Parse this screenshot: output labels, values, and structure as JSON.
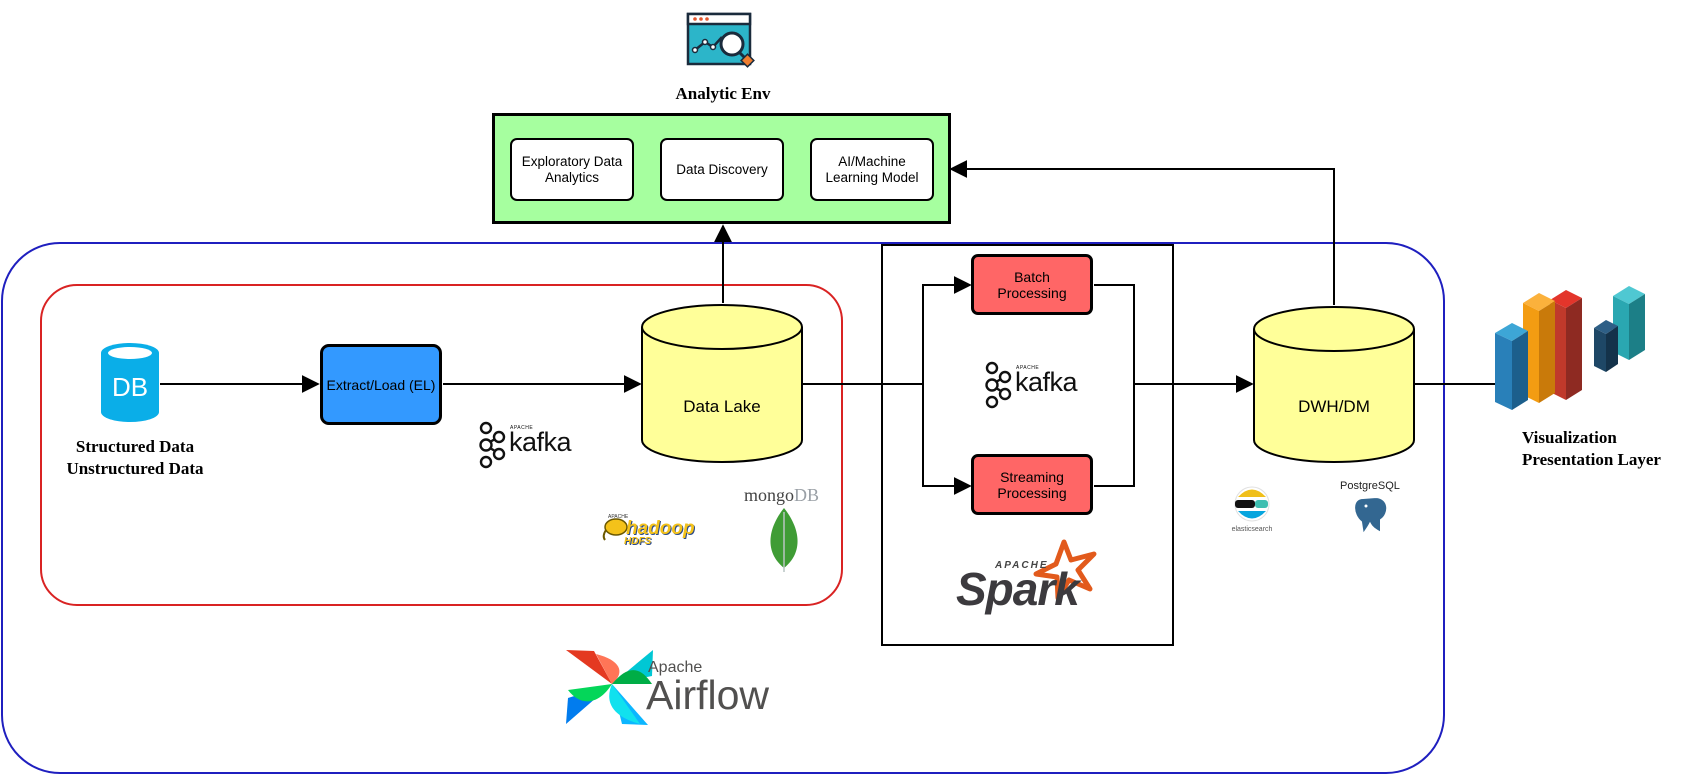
{
  "analytic_env": {
    "title": "Analytic Env",
    "items": [
      "Exploratory Data Analytics",
      "Data Discovery",
      "AI/Machine Learning Model"
    ]
  },
  "sources": {
    "icon_text": "DB",
    "label_line1": "Structured Data",
    "label_line2": "Unstructured Data"
  },
  "extract_load": {
    "label": "Extract/Load (EL)"
  },
  "data_lake": {
    "label": "Data Lake"
  },
  "processing": {
    "batch": "Batch Processing",
    "streaming": "Streaming Processing"
  },
  "dwh": {
    "label": "DWH/DM"
  },
  "visualization": {
    "line1": "Visualization",
    "line2": "Presentation Layer"
  },
  "logos": {
    "kafka_small": "APACHE",
    "kafka_word": "kafka",
    "hadoop_small": "APACHE",
    "hadoop_word": "hadoop",
    "hdfs": "HDFS",
    "mongo_word": "mongo",
    "mongo_db": "DB",
    "spark_small": "APACHE",
    "spark_word": "Spark",
    "airflow_small": "Apache",
    "airflow_word": "Airflow",
    "elastic_word": "elasticsearch",
    "postgres_word": "PostgreSQL"
  },
  "colors": {
    "analytic_fill": "#a6ff9f",
    "el_fill": "#3399ff",
    "cylinder_fill": "#ffff99",
    "processing_fill": "#ff6666",
    "airflow_border": "#1f1fbf",
    "ingest_border": "#d92323",
    "db_icon": "#0aaee8"
  }
}
